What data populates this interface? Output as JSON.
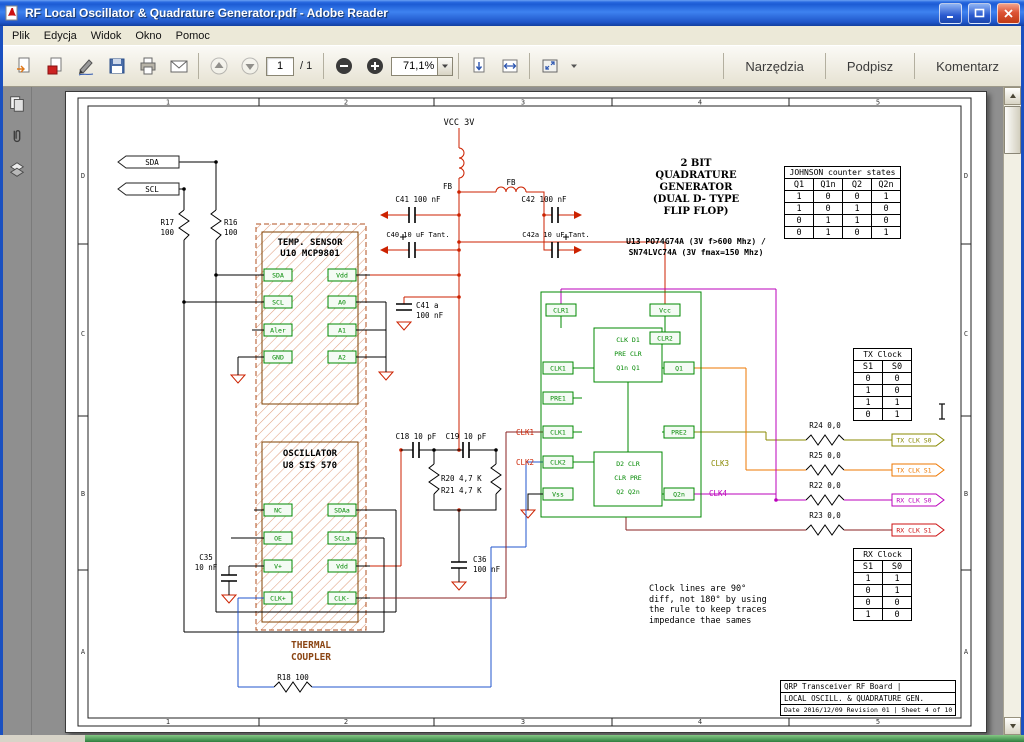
{
  "window": {
    "title": "RF Local Oscillator & Quadrature Generator.pdf - Adobe Reader"
  },
  "menu": {
    "items": [
      "Plik",
      "Edycja",
      "Widok",
      "Okno",
      "Pomoc"
    ]
  },
  "toolbar": {
    "page": "1",
    "page_total": "/ 1",
    "zoom": "71,1%",
    "tools": "Narzędzia",
    "sign": "Podpisz",
    "comment": "Komentarz"
  },
  "colors": {
    "titlebar_blue": "#1c5bd4",
    "close_red": "#dd5436",
    "wire_red": "#cc2200",
    "wire_green": "#008800",
    "wire_blue": "#2255cc",
    "hatch_brown": "#d4845c",
    "out_colors": [
      "#888800",
      "#ee7700",
      "#bb00bb",
      "#cc1111"
    ]
  },
  "page": {
    "grid_top": [
      "1",
      "2",
      "3",
      "4",
      "5"
    ],
    "grid_side": [
      "D",
      "C",
      "B",
      "A"
    ]
  },
  "sch": {
    "vcc": "VCC 3V",
    "fb1": "FB",
    "fb2": "FB",
    "sda": "SDA",
    "scl": "SCL",
    "r16": "R16",
    "r16v": "100",
    "r17": "R17",
    "r17v": "100",
    "c41": "C41 100 nF",
    "c40": "C40 10 uF Tant.",
    "c42": "C42 100 nF",
    "c42a": "C42a 10 uF Tant.",
    "c41a1": "C41 a",
    "c41a2": "100 nF",
    "temp1": "TEMP. SENSOR",
    "temp2": "U10 MCP9801",
    "temp_left": [
      "SDA",
      "SCL",
      "Aler",
      "GND"
    ],
    "temp_right": [
      "Vdd",
      "A0",
      "A1",
      "A2"
    ],
    "osc1": "OSCILLATOR",
    "osc2": "U8  SIS 570",
    "osc_left": [
      "NC",
      "OE",
      "V+",
      "CLK+"
    ],
    "osc_right": [
      "SDAa",
      "SCLa",
      "Vdd",
      "CLK-"
    ],
    "thermal1": "THERMAL",
    "thermal2": "COUPLER",
    "r18": "R18 100",
    "c35a": "C35",
    "c35b": "10 nF",
    "c36a": "C36",
    "c36b": "100 nF",
    "c18": "C18 10 pF",
    "c19": "C19 10 pF",
    "r20": "R20  4,7 K",
    "r21": "R21  4,7 K",
    "quad": [
      "2 BIT",
      "QUADRATURE",
      "GENERATOR",
      "(DUAL D- TYPE",
      "FLIP FLOP)"
    ],
    "u13a": "U13  PO74G74A (3V f>600 Mhz) /",
    "u13b": "SN74LVC74A (3V fmax=150 Mhz)",
    "ff": {
      "top0": "CLR1",
      "top1": "Vcc",
      "clr2": "CLR2",
      "left": [
        "CLK1",
        "PRE1",
        "CLK1",
        "CLK2",
        "Vss"
      ],
      "right": [
        "Q1",
        "PRE2",
        "Q2n"
      ],
      "ff1": [
        "CLK  D1",
        "PRE  CLR",
        "Q1n  Q1"
      ],
      "ff2": [
        "D2  CLR",
        "CLR  PRE",
        "Q2  Q2n"
      ]
    },
    "clk1": "CLK1",
    "clk2": "CLK2",
    "clk3": "CLK3",
    "clk4": "CLK4",
    "r24": "R24 0,0",
    "r25": "R25 0,0",
    "r22": "R22 0,0",
    "r23": "R23 0,0",
    "out": [
      "TX CLK S0",
      "TX CLK S1",
      "RX CLK S0",
      "RX CLK S1"
    ],
    "johnson": {
      "title": "JOHNSON counter states",
      "h": [
        "Q1",
        "Q1n",
        "Q2",
        "Q2n"
      ],
      "rows": [
        [
          "1",
          "0",
          "0",
          "1"
        ],
        [
          "1",
          "0",
          "1",
          "0"
        ],
        [
          "0",
          "1",
          "1",
          "0"
        ],
        [
          "0",
          "1",
          "0",
          "1"
        ]
      ]
    },
    "tx": {
      "title": "TX Clock",
      "h": [
        "S1",
        "S0"
      ],
      "rows": [
        [
          "0",
          "0"
        ],
        [
          "1",
          "0"
        ],
        [
          "1",
          "1"
        ],
        [
          "0",
          "1"
        ]
      ]
    },
    "rx": {
      "title": "RX Clock",
      "h": [
        "S1",
        "S0"
      ],
      "rows": [
        [
          "1",
          "1"
        ],
        [
          "0",
          "1"
        ],
        [
          "0",
          "0"
        ],
        [
          "1",
          "0"
        ]
      ]
    },
    "note": [
      "Clock lines are 90°",
      "diff, not 180° by using",
      "the rule to keep traces",
      "impedance thae sames"
    ],
    "tb": [
      "QRP Transceiver RF Board  |",
      "LOCAL OSCILL. & QUADRATURE GEN.",
      "Date 2016/12/09  Revision 01  |  Sheet 4 of 10"
    ]
  }
}
